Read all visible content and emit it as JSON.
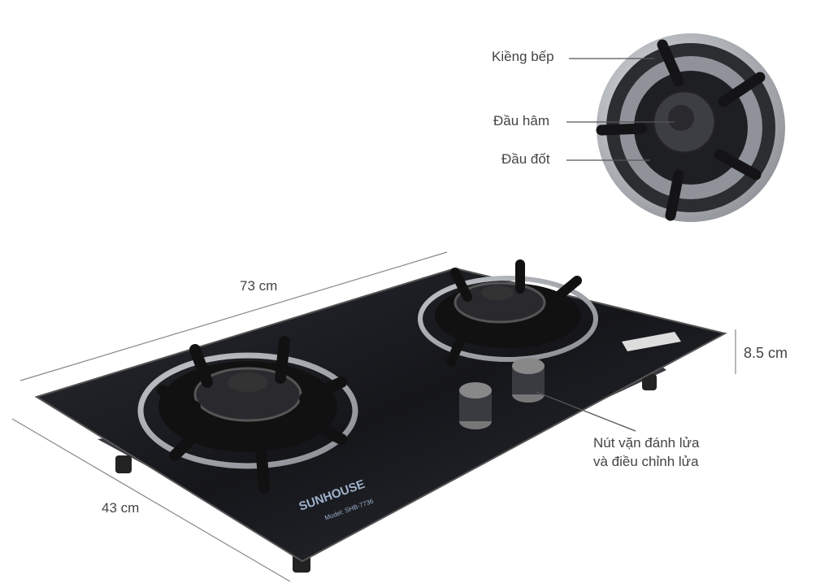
{
  "labels": {
    "pot_support": "Kiềng bếp",
    "simmer_cap": "Đầu hâm",
    "burner_head": "Đầu đốt",
    "knob_line1": "Nút vặn đánh lửa",
    "knob_line2": "và điều chỉnh lửa"
  },
  "dimensions": {
    "length": "73 cm",
    "width": "43 cm",
    "height": "8.5 cm"
  },
  "product": {
    "brand": "SUNHOUSE",
    "model": "Model: SHB-7736"
  },
  "colors": {
    "glass": "#1c1d22",
    "annotation_line": "#666666",
    "steel": "#b8bcc2"
  }
}
